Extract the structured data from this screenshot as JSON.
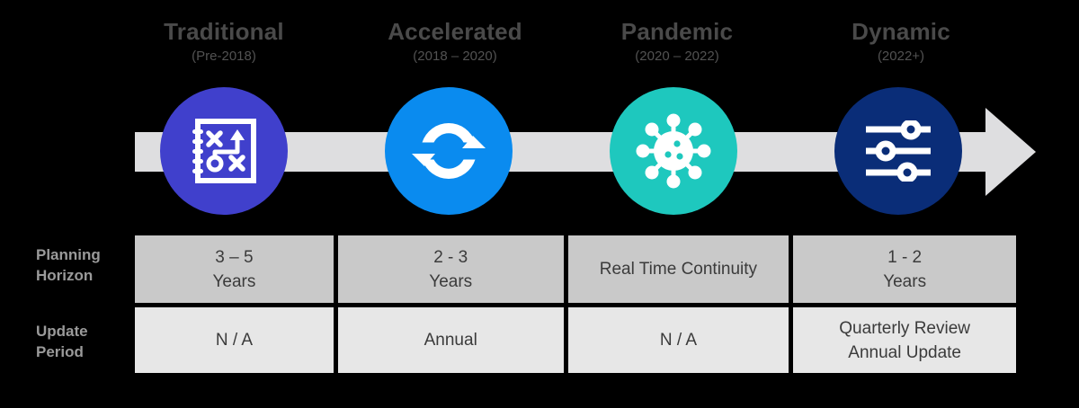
{
  "phases": [
    {
      "title": "Traditional",
      "range": "(Pre-2018)",
      "icon": "strategy-playbook-icon",
      "color": "#4040cc"
    },
    {
      "title": "Accelerated",
      "range": "(2018 – 2020)",
      "icon": "sync-refresh-icon",
      "color": "#0a8bef"
    },
    {
      "title": "Pandemic",
      "range": "(2020 – 2022)",
      "icon": "virus-icon",
      "color": "#1ec8be"
    },
    {
      "title": "Dynamic",
      "range": "(2022+)",
      "icon": "sliders-icon",
      "color": "#0a2d78"
    }
  ],
  "timeline": {
    "track_color": "#dedee0",
    "arrow_icon": "right-arrow-icon"
  },
  "table": {
    "rows": [
      {
        "label": "Planning\nHorizon",
        "label_line1": "Planning",
        "label_line2": "Horizon",
        "cells": [
          {
            "line1": "3 – 5",
            "line2": "Years"
          },
          {
            "line1": "2 - 3",
            "line2": "Years"
          },
          {
            "line1": "Real Time Continuity",
            "line2": ""
          },
          {
            "line1": "1 - 2",
            "line2": "Years"
          }
        ]
      },
      {
        "label": "Update\nPeriod",
        "label_line1": "Update",
        "label_line2": "Period",
        "cells": [
          {
            "line1": "N / A",
            "line2": ""
          },
          {
            "line1": "Annual",
            "line2": ""
          },
          {
            "line1": "N / A",
            "line2": ""
          },
          {
            "line1": "Quarterly Review",
            "line2": "Annual Update"
          }
        ]
      }
    ],
    "row1_bg": "#c9c9c9",
    "row2_bg": "#e7e7e7"
  }
}
